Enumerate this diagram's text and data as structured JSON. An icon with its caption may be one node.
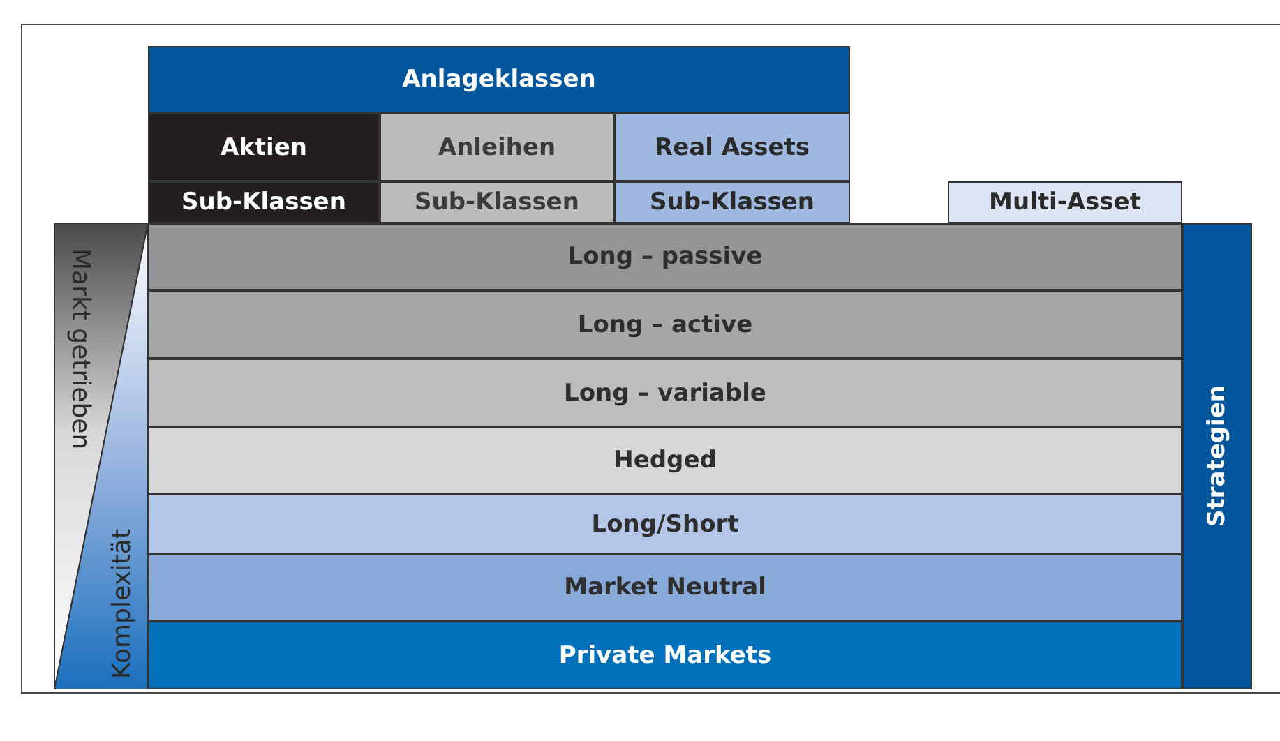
{
  "diagram": {
    "nodes": [
      {
        "text": [
          "Anlageklassen"
        ]
      },
      {
        "text": [
          "Aktien"
        ]
      },
      {
        "text": [
          "Anleihen"
        ]
      },
      {
        "text": [
          "Real Assets"
        ]
      },
      {
        "text": [
          "Sub-Klassen"
        ]
      },
      {
        "text": [
          "Sub-Klassen"
        ]
      },
      {
        "text": [
          "Sub-Klassen"
        ]
      },
      {
        "text": [
          "Multi-Asset"
        ]
      },
      {
        "text": [
          "Markt getrieben"
        ]
      },
      {
        "text": [
          "Komplexität"
        ]
      },
      {
        "text": [
          "Long – passive"
        ]
      },
      {
        "text": [
          "Long – active"
        ]
      },
      {
        "text": [
          "Long – variable"
        ]
      },
      {
        "text": [
          "Hedged"
        ]
      },
      {
        "text": [
          "Long/Short"
        ]
      },
      {
        "text": [
          "Market Neutral"
        ]
      },
      {
        "text": [
          "Private Markets"
        ]
      },
      {
        "text": [
          "Strategien"
        ]
      }
    ]
  }
}
